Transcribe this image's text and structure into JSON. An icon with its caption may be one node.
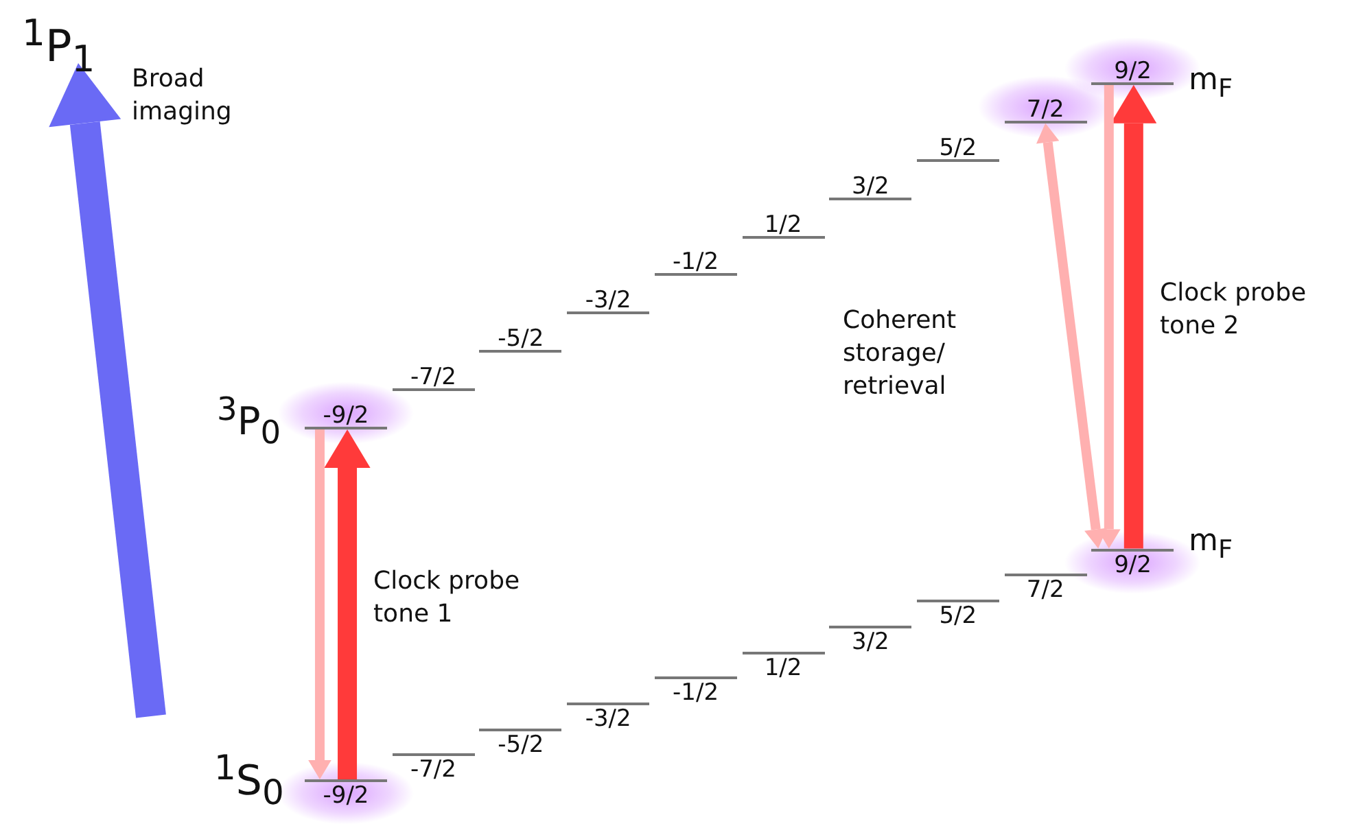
{
  "diagram": {
    "nodes": [
      {
        "text": [
          "$^{1}$P$_{1}$"
        ]
      },
      {
        "text": [
          "-9/2"
        ],
        "beside": [
          "$^{3}$P$_{0}$"
        ]
      },
      {
        "text": [
          "-7/2"
        ]
      },
      {
        "text": [
          "-5/2"
        ]
      },
      {
        "text": [
          "-3/2"
        ]
      },
      {
        "text": [
          "-1/2"
        ]
      },
      {
        "text": [
          "1/2"
        ]
      },
      {
        "text": [
          "3/2"
        ]
      },
      {
        "text": [
          "5/2"
        ]
      },
      {
        "text": [
          "7/2"
        ]
      },
      {
        "text": [
          "9/2"
        ],
        "beside": [
          "m$_{F}$"
        ]
      },
      {
        "text": [
          "-9/2"
        ],
        "beside": [
          "$^{1}$S$_{0}$"
        ]
      },
      {
        "text": [
          "-7/2"
        ]
      },
      {
        "text": [
          "-5/2"
        ]
      },
      {
        "text": [
          "-3/2"
        ]
      },
      {
        "text": [
          "-1/2"
        ]
      },
      {
        "text": [
          "1/2"
        ]
      },
      {
        "text": [
          "3/2"
        ]
      },
      {
        "text": [
          "5/2"
        ]
      },
      {
        "text": [
          "7/2"
        ]
      },
      {
        "text": [
          "9/2"
        ],
        "beside": [
          "m$_{F}$"
        ]
      }
    ],
    "edges": [
      {
        "from": null,
        "to": 0,
        "arrow": "to",
        "label": "Broad imaging",
        "style": "thick",
        "color": "#6a6af5"
      },
      {
        "from": 11,
        "to": 1,
        "arrow": "to",
        "label": "Clock probe tone 1",
        "style": "thick",
        "color": "#ff3a3a"
      },
      {
        "from": 1,
        "to": 11,
        "arrow": "to",
        "color": "#ffb0b0"
      },
      {
        "from": 20,
        "to": 10,
        "arrow": "to",
        "label": "Clock probe tone 2",
        "style": "thick",
        "color": "#ff3a3a"
      },
      {
        "from": 10,
        "to": 20,
        "arrow": "to",
        "color": "#ffb0b0"
      },
      {
        "from": 9,
        "to": 20,
        "arrow": "both",
        "label": "Coherent storage/ retrieval",
        "color": "#ffb0b0"
      }
    ]
  }
}
